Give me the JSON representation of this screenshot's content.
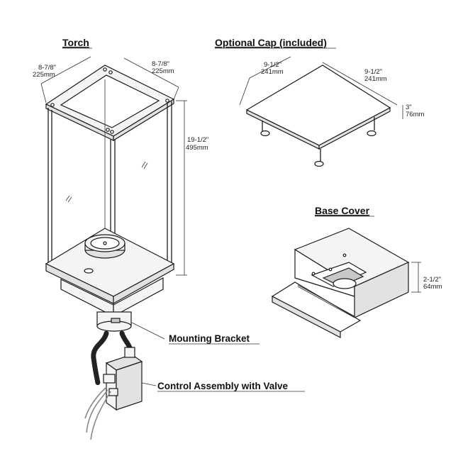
{
  "titles": {
    "torch": "Torch",
    "cap": "Optional Cap (included)",
    "base_cover": "Base Cover"
  },
  "callouts": {
    "mounting_bracket": "Mounting Bracket",
    "control_assembly": "Control Assembly with Valve"
  },
  "dimensions": {
    "torch_width_left_in": "8-7/8\"",
    "torch_width_left_mm": "225mm",
    "torch_width_right_in": "8-7/8\"",
    "torch_width_right_mm": "225mm",
    "torch_height_in": "19-1/2\"",
    "torch_height_mm": "495mm",
    "cap_width_left_in": "9-1/2\"",
    "cap_width_left_mm": "241mm",
    "cap_width_right_in": "9-1/2\"",
    "cap_width_right_mm": "241mm",
    "cap_height_in": "3\"",
    "cap_height_mm": "76mm",
    "base_height_in": "2-1/2\"",
    "base_height_mm": "64mm"
  }
}
